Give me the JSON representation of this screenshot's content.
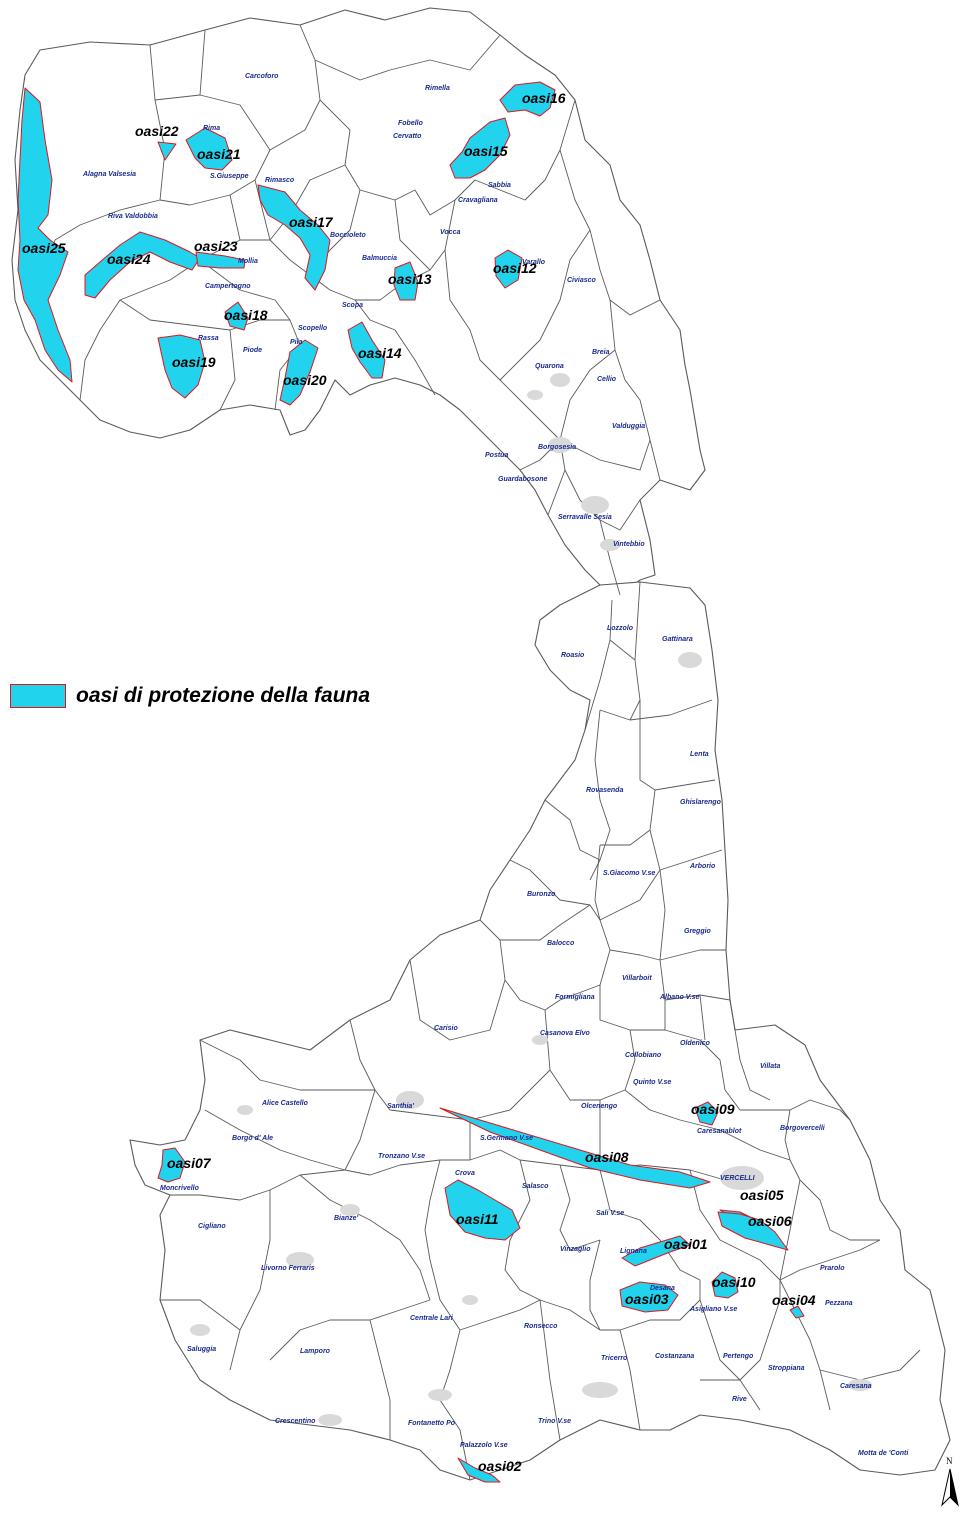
{
  "legend": {
    "label": "oasi di protezione della fauna",
    "fill": "#22d3ee",
    "stroke": "#e0151b"
  },
  "north_arrow": {
    "label": "N"
  },
  "colors": {
    "oasi_fill": "#22d3ee",
    "oasi_border": "#e0151b",
    "town_label": "#1a2a8c",
    "boundary": "#5a5a5a",
    "urban_area": "#d9d9d9"
  },
  "oasi": [
    {
      "id": "01",
      "label": "oasi01"
    },
    {
      "id": "02",
      "label": "oasi02"
    },
    {
      "id": "03",
      "label": "oasi03"
    },
    {
      "id": "04",
      "label": "oasi04"
    },
    {
      "id": "05",
      "label": "oasi05"
    },
    {
      "id": "06",
      "label": "oasi06"
    },
    {
      "id": "07",
      "label": "oasi07"
    },
    {
      "id": "08",
      "label": "oasi08"
    },
    {
      "id": "09",
      "label": "oasi09"
    },
    {
      "id": "10",
      "label": "oasi10"
    },
    {
      "id": "11",
      "label": "oasi11"
    },
    {
      "id": "12",
      "label": "oasi12"
    },
    {
      "id": "13",
      "label": "oasi13"
    },
    {
      "id": "14",
      "label": "oasi14"
    },
    {
      "id": "15",
      "label": "oasi15"
    },
    {
      "id": "16",
      "label": "oasi16"
    },
    {
      "id": "17",
      "label": "oasi17"
    },
    {
      "id": "18",
      "label": "oasi18"
    },
    {
      "id": "19",
      "label": "oasi19"
    },
    {
      "id": "20",
      "label": "oasi20"
    },
    {
      "id": "21",
      "label": "oasi21"
    },
    {
      "id": "22",
      "label": "oasi22"
    },
    {
      "id": "23",
      "label": "oasi23"
    },
    {
      "id": "24",
      "label": "oasi24"
    },
    {
      "id": "25",
      "label": "oasi25"
    }
  ],
  "towns": [
    "Carcoforo",
    "Rimella",
    "Rima",
    "Fobello",
    "Cervatto",
    "S.Giuseppe",
    "Rimasco",
    "Sabbia",
    "Alagna Valsesia",
    "Riva Valdobbia",
    "Cravagliana",
    "Boccioleto",
    "Vocca",
    "Balmuccia",
    "Varallo",
    "Civiasco",
    "Mollia",
    "Campertogno",
    "Scopa",
    "Rassa",
    "Piode",
    "Scopello",
    "Pila",
    "Quarona",
    "Breia",
    "Cellio",
    "Valduggia",
    "Borgosesia",
    "Postua",
    "Guardabosone",
    "Serravalle Sesia",
    "Vintebbio",
    "Lozzolo",
    "Roasio",
    "Gattinara",
    "Lenta",
    "Rovasenda",
    "Ghislarengo",
    "S.Giacomo V.se",
    "Arborio",
    "Buronzo",
    "Greggio",
    "Balocco",
    "Villarboit",
    "Formigliana",
    "Albano V.se",
    "Carisio",
    "Casanova Elvo",
    "Collobiano",
    "Oldenico",
    "Villata",
    "Quinto V.se",
    "Alice Castello",
    "Santhia'",
    "Olcenengo",
    "Caresanablot",
    "Borgo d' Ale",
    "S.Germano V.se",
    "Borgovercelli",
    "Tronzano V.se",
    "Crova",
    "VERCELLI",
    "Moncrivello",
    "Salasco",
    "Bianze'",
    "Sali V.se",
    "Cigliano",
    "Vinzaglio",
    "Lignana",
    "Livorno Ferraris",
    "Desana",
    "Prarolo",
    "Asigliano V.se",
    "Pezzana",
    "Centrale Lari",
    "Ronsecco",
    "Saluggia",
    "Lamporo",
    "Tricerro",
    "Costanzana",
    "Pertengo",
    "Stroppiana",
    "Caresana",
    "Rive",
    "Crescentino",
    "Fontanetto Po",
    "Trino V.se",
    "Palazzolo V.se",
    "Motta de 'Conti"
  ]
}
